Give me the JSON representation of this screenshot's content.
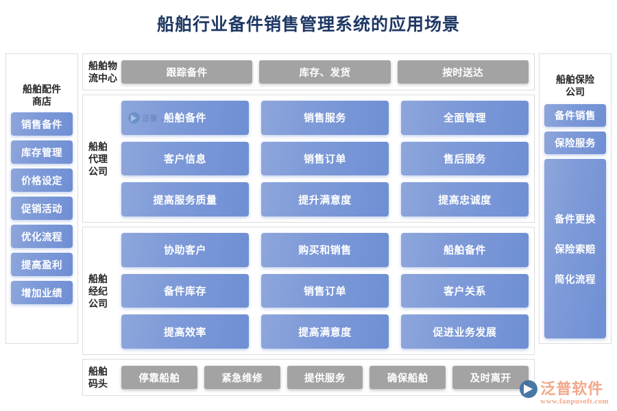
{
  "page": {
    "title": "船舶行业备件销售管理系统的应用场景",
    "title_color": "#1f3864",
    "accent_blue": "#7e9ad8",
    "accent_grey": "#a3a3a3",
    "logo_color": "#f0a080"
  },
  "left_sidebar": {
    "title": "船舶配件\n商店",
    "title_line1": "船舶配件",
    "title_line2": "商店",
    "items": [
      {
        "label": "销售备件"
      },
      {
        "label": "库存管理"
      },
      {
        "label": "价格设定"
      },
      {
        "label": "促销活动"
      },
      {
        "label": "优化流程"
      },
      {
        "label": "提高盈利"
      },
      {
        "label": "增加业绩"
      }
    ]
  },
  "right_sidebar": {
    "title_line1": "船舶保险",
    "title_line2": "公司",
    "items": [
      {
        "label": "备件销售"
      },
      {
        "label": "保险服务"
      }
    ],
    "tall_block": {
      "lines": [
        "备件更换",
        "保险索赔",
        "简化流程"
      ]
    }
  },
  "sections": {
    "logistics": {
      "label_line1": "船舶物",
      "label_line2": "流中心",
      "buttons": [
        {
          "label": "跟踪备件"
        },
        {
          "label": "库存、发货"
        },
        {
          "label": "按时送达"
        }
      ]
    },
    "agency": {
      "label_line1": "船舶",
      "label_line2": "代理",
      "label_line3": "公司",
      "rows": [
        [
          {
            "label": "船舶备件"
          },
          {
            "label": "销售服务"
          },
          {
            "label": "全面管理"
          }
        ],
        [
          {
            "label": "客户信息"
          },
          {
            "label": "销售订单"
          },
          {
            "label": "售后服务"
          }
        ],
        [
          {
            "label": "提高服务质量"
          },
          {
            "label": "提升满意度"
          },
          {
            "label": "提高忠诚度"
          }
        ]
      ]
    },
    "broker": {
      "label_line1": "船舶",
      "label_line2": "经纪",
      "label_line3": "公司",
      "rows": [
        [
          {
            "label": "协助客户"
          },
          {
            "label": "购买和销售"
          },
          {
            "label": "船舶备件"
          }
        ],
        [
          {
            "label": "备件库存"
          },
          {
            "label": "销售订单"
          },
          {
            "label": "客户关系"
          }
        ],
        [
          {
            "label": "提高效率"
          },
          {
            "label": "提高满意度"
          },
          {
            "label": "促进业务发展"
          }
        ]
      ]
    },
    "dock": {
      "label_line1": "船舶",
      "label_line2": "码头",
      "buttons": [
        {
          "label": "停靠船舶"
        },
        {
          "label": "紧急维修"
        },
        {
          "label": "提供服务"
        },
        {
          "label": "确保船舶"
        },
        {
          "label": "及时离开"
        }
      ]
    }
  },
  "watermark": {
    "brand": "泛普软件",
    "brand_short": "泛普",
    "url": "www.fanpusoft.com"
  }
}
